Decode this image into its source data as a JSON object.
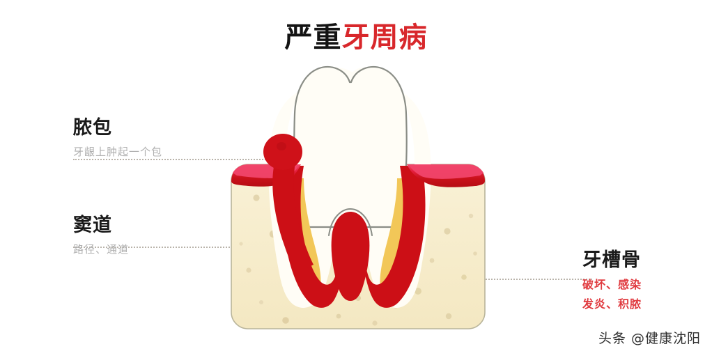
{
  "title": {
    "prefix": "严重",
    "highlight": "牙周病",
    "prefix_color": "#131313",
    "highlight_color": "#d8272b"
  },
  "callouts": [
    {
      "id": "abscess",
      "heading": "脓包",
      "sublines": [
        "牙龈上肿起一个包"
      ],
      "side": "left"
    },
    {
      "id": "sinus",
      "heading": "窦道",
      "sublines": [
        "路径、通道"
      ],
      "side": "left"
    },
    {
      "id": "bone",
      "heading": "牙槽骨",
      "sublines": [
        "破坏、感染",
        "发炎、积脓"
      ],
      "side": "right",
      "subline_color": "#e03a3f"
    }
  ],
  "illustration": {
    "name": "severe-periodontitis-cross-section",
    "parts": {
      "enamel": "牙釉质",
      "dentin": "牙本质",
      "bone_block": "牙槽骨",
      "gum_band": "牙龈",
      "abscess_ball": "脓包",
      "sinus_tract": "窦道",
      "infection_mass": "感染区"
    },
    "colors": {
      "enamel": "#fffdf6",
      "enamel_outline": "#8a8d86",
      "dentin": "#f2c758",
      "bone": "#f7edcc",
      "bone_outline": "#b8b49a",
      "bone_speckle": "#e0d2a8",
      "gum_bright": "#e8264a",
      "gum_deep": "#c9111a",
      "infection_red": "#cc0f16",
      "abscess_red": "#cf1119"
    }
  },
  "watermark": {
    "text": "头条 @健康沈阳"
  }
}
